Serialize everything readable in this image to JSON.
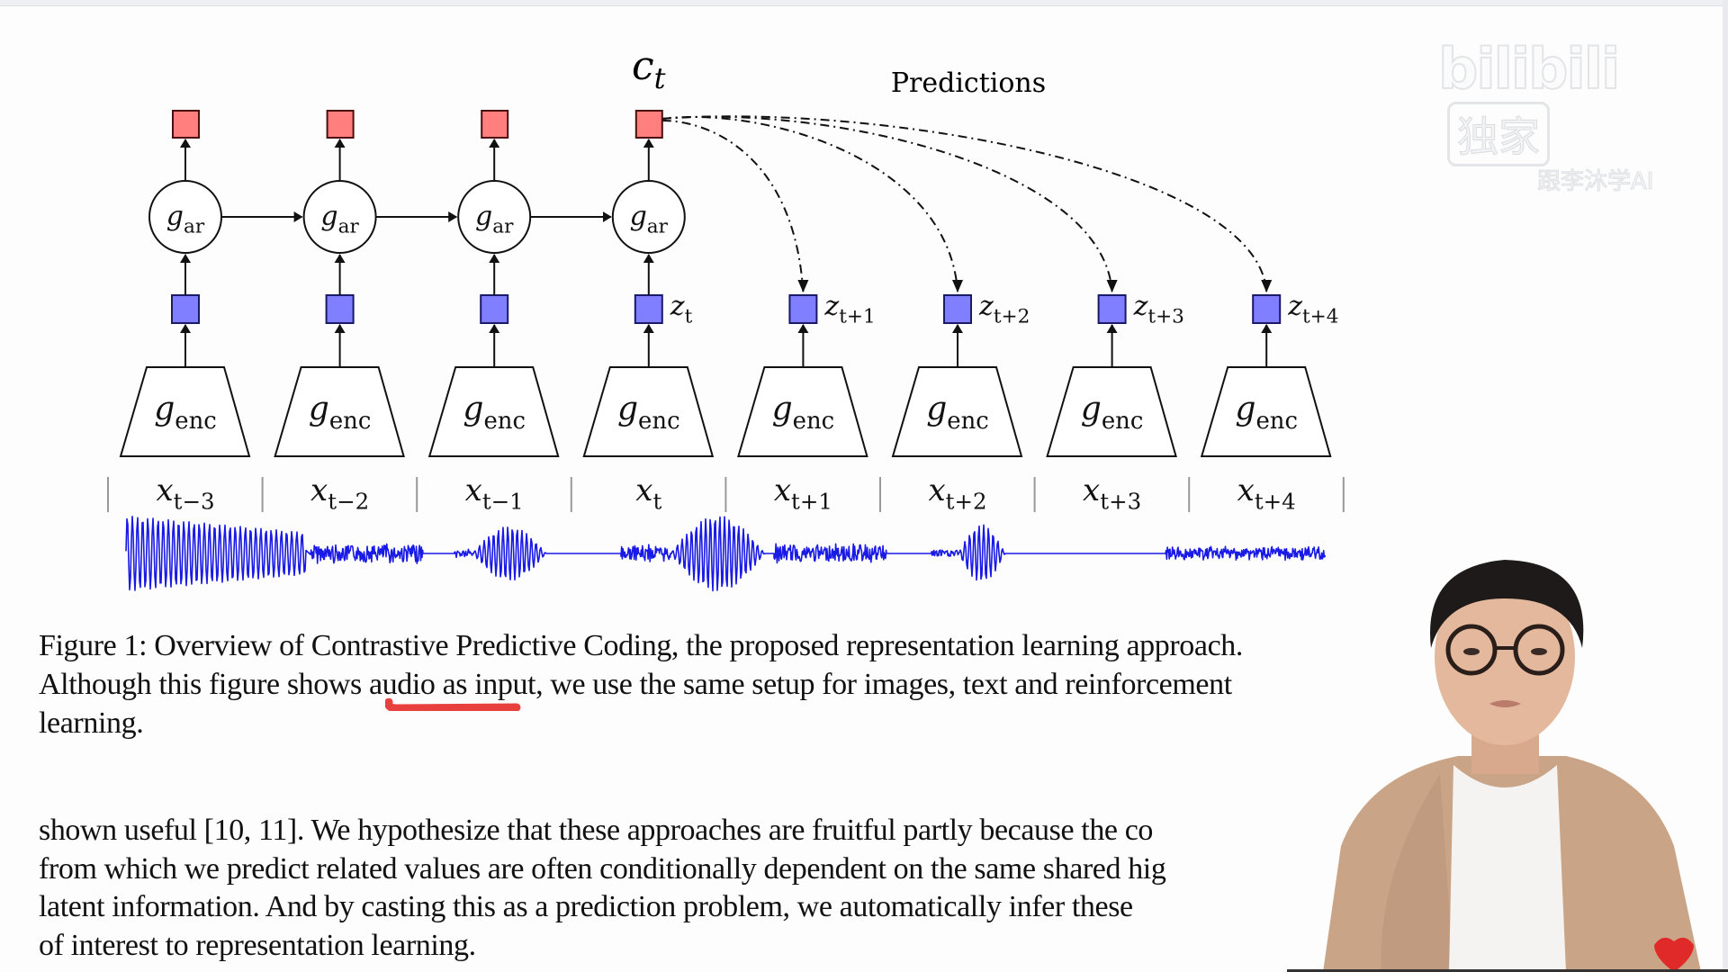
{
  "diagram": {
    "title_label": "Predictions",
    "context_label": "c",
    "context_subscript": "t",
    "ar_label": "g",
    "ar_subscript": "ar",
    "enc_label": "g",
    "enc_subscript": "enc",
    "timesteps": [
      {
        "x_sub": "t−3",
        "z_sub": ""
      },
      {
        "x_sub": "t−2",
        "z_sub": ""
      },
      {
        "x_sub": "t−1",
        "z_sub": ""
      },
      {
        "x_sub": "t",
        "z_sub": "t"
      },
      {
        "x_sub": "t+1",
        "z_sub": "t+1"
      },
      {
        "x_sub": "t+2",
        "z_sub": "t+2"
      },
      {
        "x_sub": "t+3",
        "z_sub": "t+3"
      },
      {
        "x_sub": "t+4",
        "z_sub": "t+4"
      }
    ],
    "input_symbol": "x",
    "latent_symbol": "z",
    "colors": {
      "context_box": "#ff7f7f",
      "latent_box": "#7f7fff",
      "waveform": "#1a1ae6",
      "annotation": "#e8403c"
    }
  },
  "caption": {
    "lines": [
      "Figure 1: Overview of Contrastive Predictive Coding, the proposed representation learning approach.",
      "Although this figure shows audio as input, we use the same setup for images, text and reinforcement",
      "learning."
    ]
  },
  "body_text": {
    "lines": [
      "shown useful [10, 11]. We hypothesize that these approaches are fruitful partly because the co",
      "from which we predict related values are often conditionally dependent on the same shared hig",
      "latent information. And by casting this as a prediction problem, we automatically infer these",
      "of interest to representation learning."
    ]
  },
  "watermark": {
    "logo": "bilibili",
    "badge": "独家",
    "subtitle": "跟李沐学AI"
  }
}
